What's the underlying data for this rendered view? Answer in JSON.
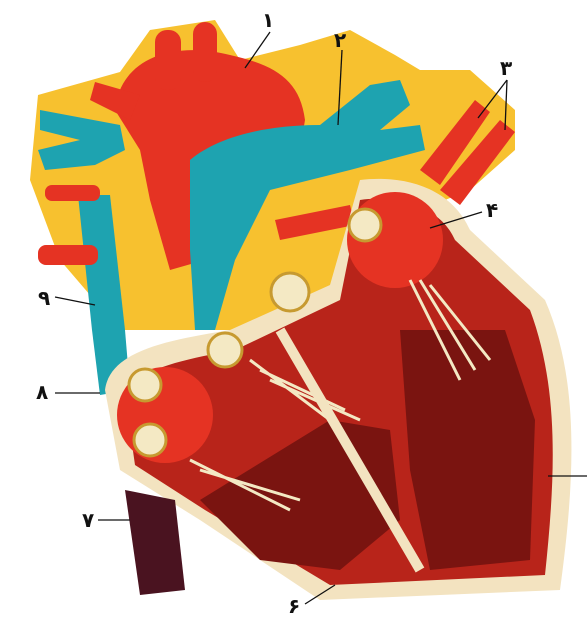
{
  "labels": {
    "l1": "۱",
    "l2": "۲",
    "l3": "۳",
    "l4": "۴",
    "l6": "۶",
    "l7": "۷",
    "l8": "۸",
    "l9": "۹"
  },
  "colors": {
    "background": "#ffffff",
    "fat": "#f7c12f",
    "artery_red": "#e53323",
    "vein_blue": "#1ea3b0",
    "muscle": "#b8241a",
    "muscle_dark": "#7a1410",
    "valve": "#f4e9c4",
    "vena_cava_dark": "#4a1320",
    "outline": "#f3e3c0"
  }
}
